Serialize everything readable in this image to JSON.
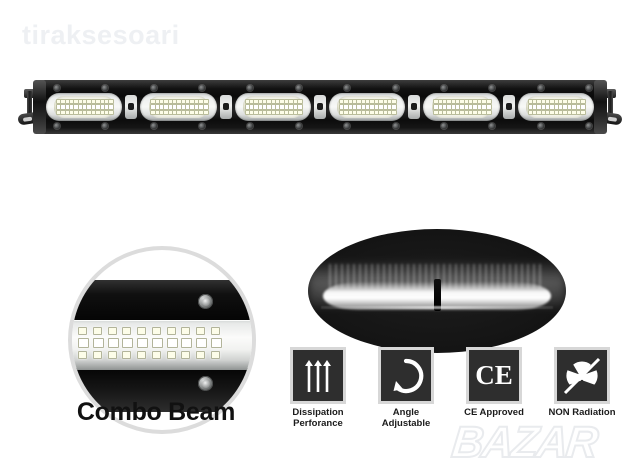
{
  "watermarks": {
    "top_left": "tiraksesoari",
    "bottom_right": "BAZAR"
  },
  "product": {
    "type": "led-light-bar",
    "segment_count": 6,
    "spacer_count": 5,
    "bracket_count": 2,
    "housing_color": "#121212",
    "lens_color": "#f7f8f6",
    "led_chip_color": "#ffffff"
  },
  "closeup": {
    "label": "Combo Beam",
    "shape": "circle",
    "border_color": "#dcdcdc",
    "screw_count": 2,
    "chip_columns": 10
  },
  "beam_photo": {
    "shape": "oval",
    "background_color": "#0a0a0a",
    "beam_color": "#ffffff"
  },
  "features": [
    {
      "icon": "arrows-up-icon",
      "label": "Dissipation\nPerforance"
    },
    {
      "icon": "rotate-circle-icon",
      "label": "Angle\nAdjustable"
    },
    {
      "icon": "ce-mark-icon",
      "label": "CE Approved",
      "text": "CE"
    },
    {
      "icon": "no-radiation-icon",
      "label": "NON Radiation"
    }
  ]
}
